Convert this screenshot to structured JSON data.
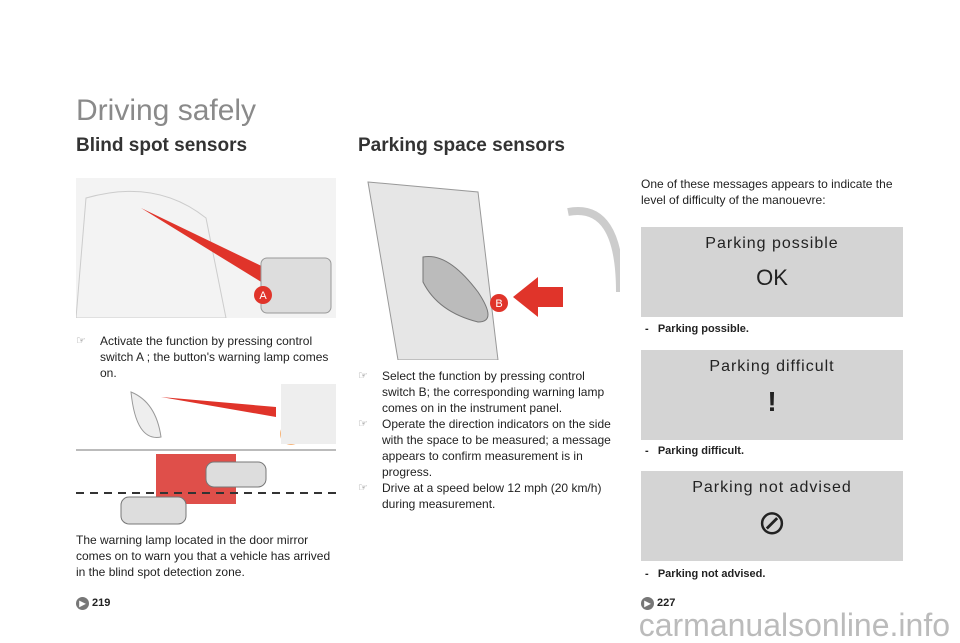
{
  "page_title": "Driving safely",
  "blind_spot": {
    "heading": "Blind spot sensors",
    "switch_label": "A",
    "bullet_1": "Activate the function by pressing control switch A ; the button's warning lamp comes on.",
    "paragraph": "The warning lamp located in the door mirror comes on to warn you that a vehicle has arrived in the blind spot detection zone.",
    "page_ref": "219"
  },
  "parking": {
    "heading": "Parking space sensors",
    "switch_label": "B",
    "bullets": [
      "Select the function by pressing control switch B; the corresponding warning lamp comes on in the instrument panel.",
      "Operate the direction indicators on the side with the space to be measured; a message appears to confirm measurement is in progress.",
      "Drive at a speed below 12 mph (20 km/h) during measurement."
    ],
    "intro": "One of these messages appears to indicate the level of difficulty of the manouevre:",
    "messages": [
      {
        "screen": "Parking possible",
        "symbol": "OK",
        "label": "Parking possible."
      },
      {
        "screen": "Parking difficult",
        "symbol": "!",
        "label": "Parking difficult."
      },
      {
        "screen": "Parking not advised",
        "symbol": "⊘",
        "label": "Parking not advised."
      }
    ],
    "page_ref": "227"
  },
  "watermark": "carmanualsonline.info"
}
